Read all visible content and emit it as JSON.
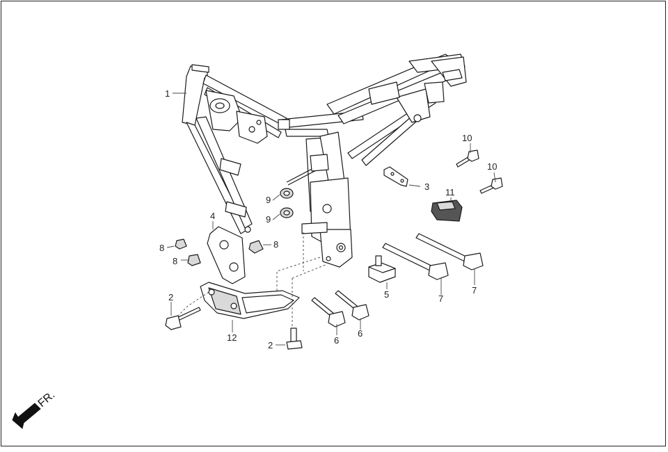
{
  "diagram": {
    "direction_label": "FR.",
    "callouts": {
      "c1": "1",
      "c2a": "2",
      "c2b": "2",
      "c3": "3",
      "c4": "4",
      "c5": "5",
      "c6a": "6",
      "c6b": "6",
      "c7a": "7",
      "c7b": "7",
      "c8a": "8",
      "c8b": "8",
      "c8c": "8",
      "c9a": "9",
      "c9b": "9",
      "c10a": "10",
      "c10b": "10",
      "c11": "11",
      "c12": "12"
    }
  }
}
